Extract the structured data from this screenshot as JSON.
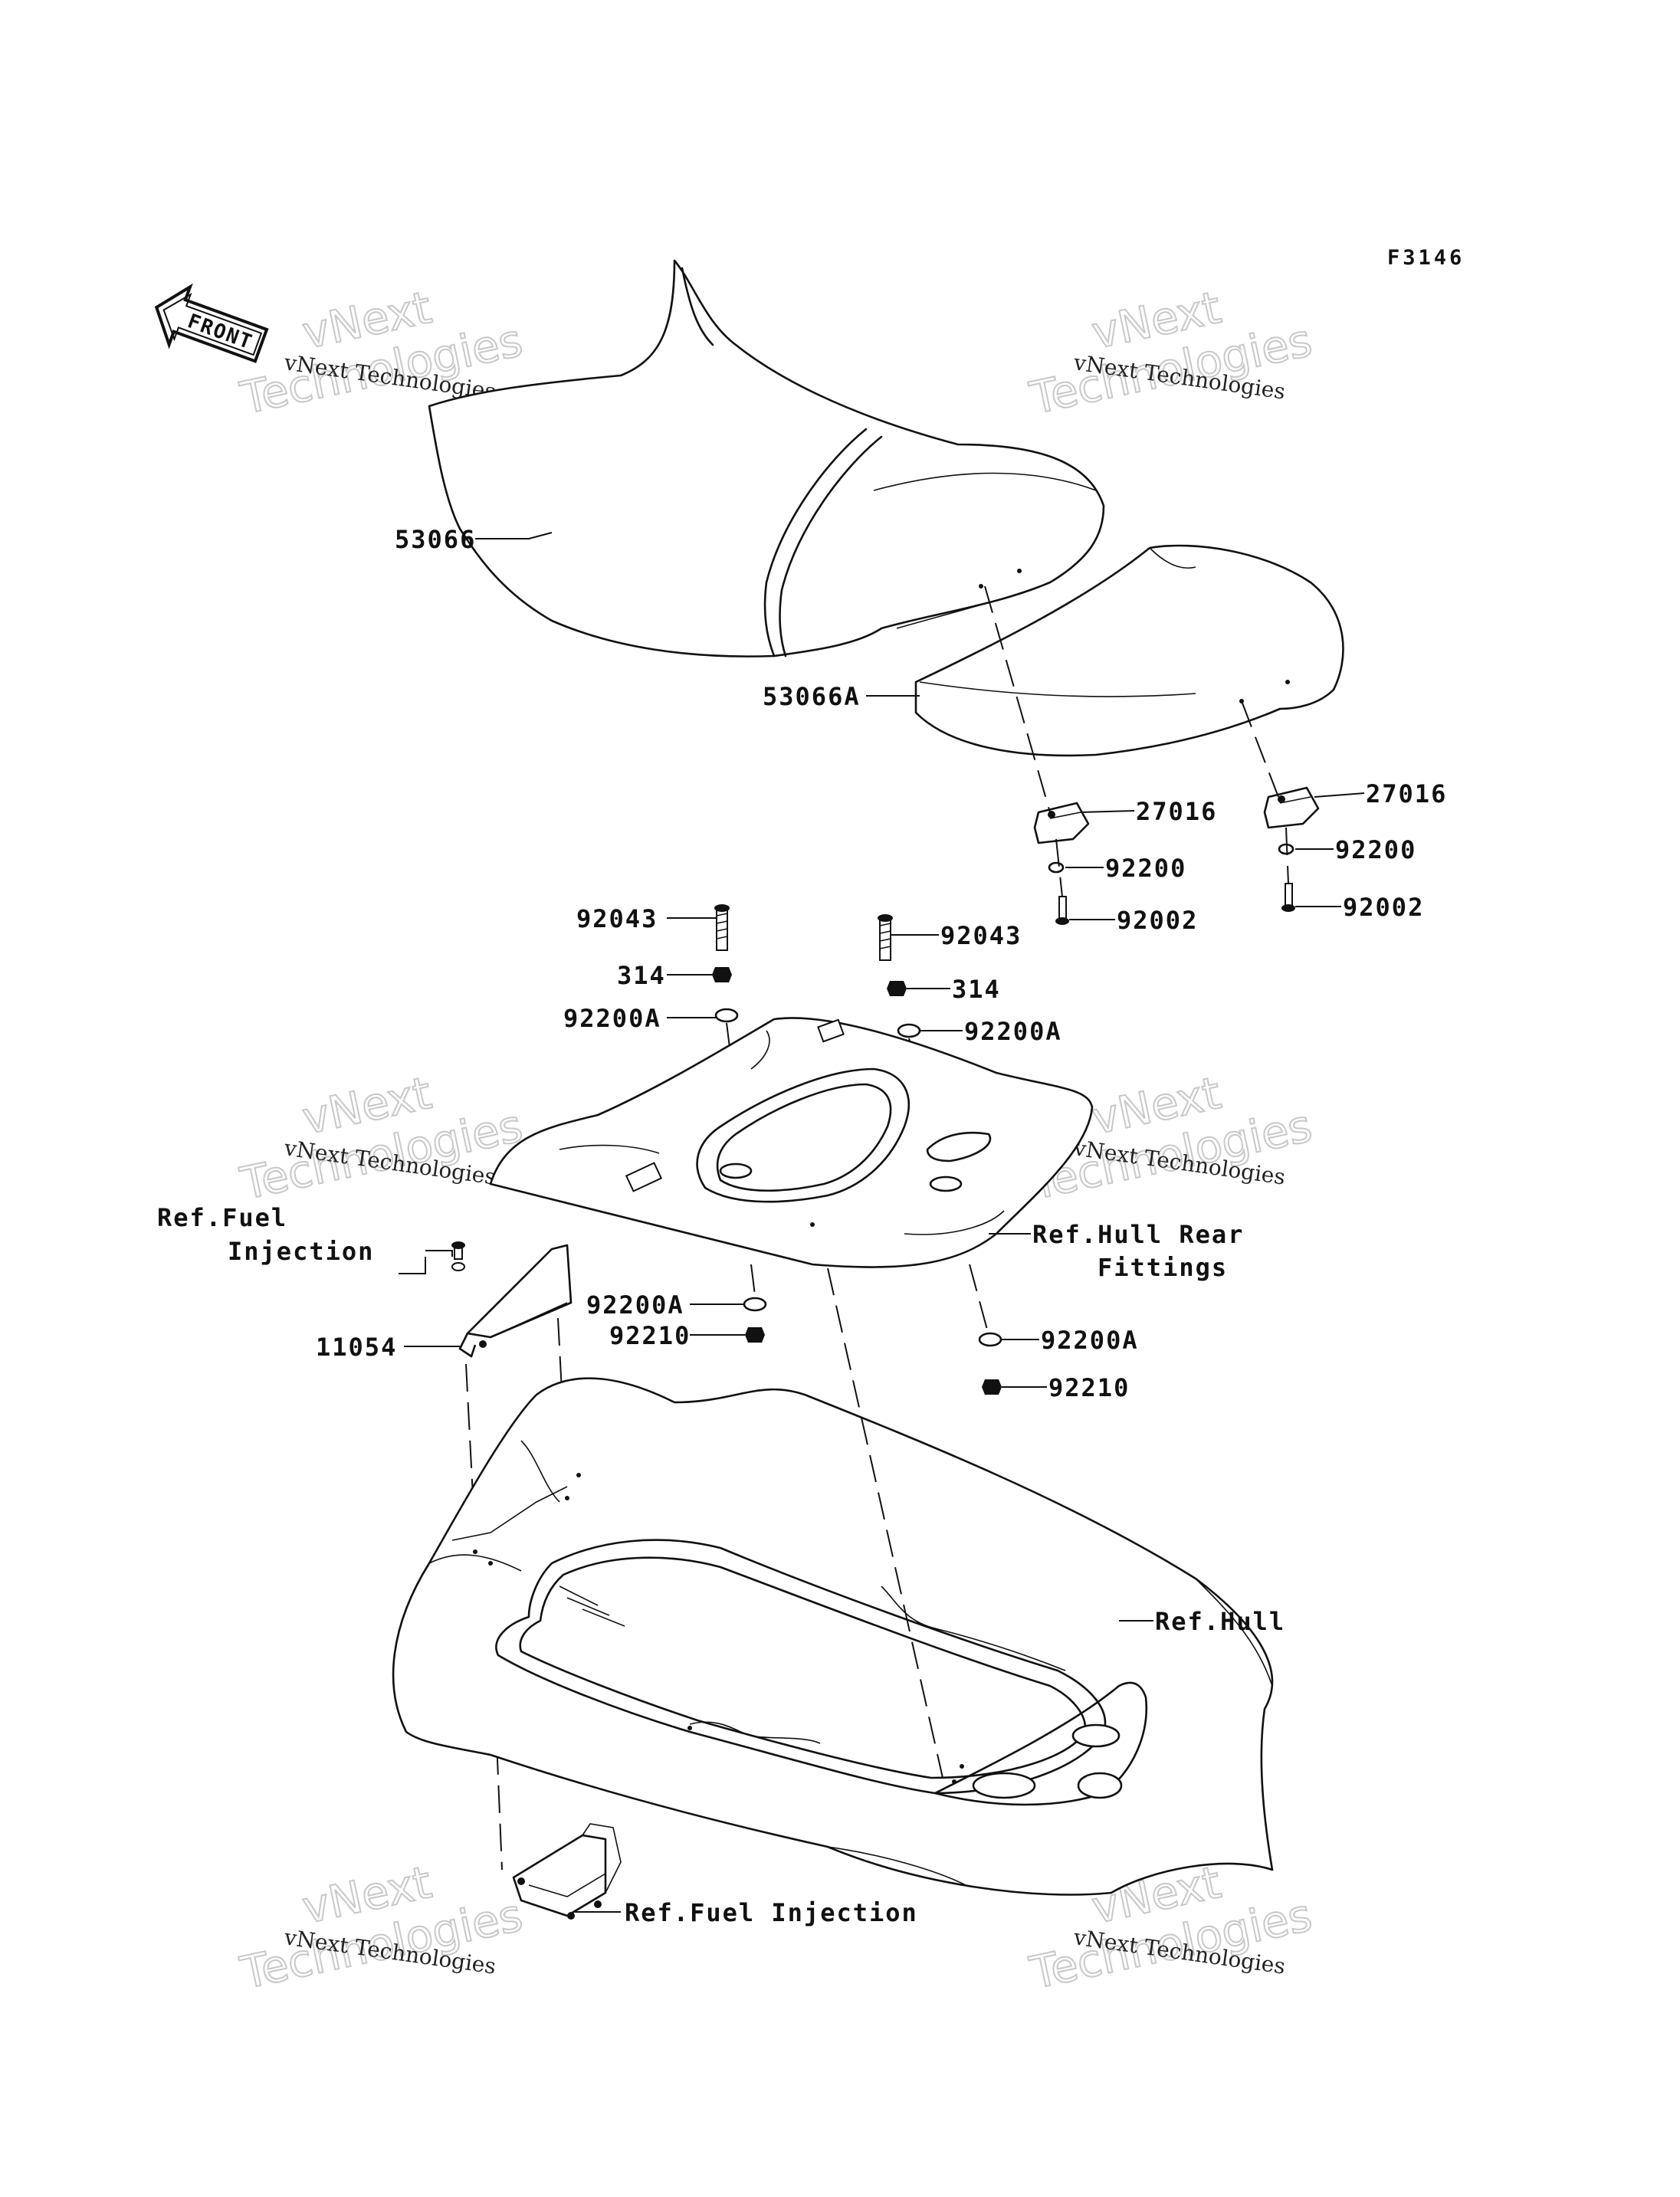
{
  "figure_code": "F3146",
  "front_label": "FRONT",
  "watermark": {
    "line1": "vNext",
    "line2": "Technologies",
    "caption": "vNext Technologies"
  },
  "parts": {
    "p53066": "53066",
    "p53066A": "53066A",
    "p27016_a": "27016",
    "p27016_b": "27016",
    "p92200_a": "92200",
    "p92200_b": "92200",
    "p92002_a": "92002",
    "p92002_b": "92002",
    "p92043_a": "92043",
    "p92043_b": "92043",
    "p314_a": "314",
    "p314_b": "314",
    "p92200A_a": "92200A",
    "p92200A_b": "92200A",
    "p92200A_c": "92200A",
    "p92200A_d": "92200A",
    "p92210_a": "92210",
    "p92210_b": "92210",
    "p11054": "11054"
  },
  "refs": {
    "fuel_injection_top_1": "Ref.Fuel",
    "fuel_injection_top_2": "Injection",
    "hull_rear_1": "Ref.Hull Rear",
    "hull_rear_2": "Fittings",
    "hull": "Ref.Hull",
    "fuel_injection_bottom": "Ref.Fuel Injection"
  }
}
